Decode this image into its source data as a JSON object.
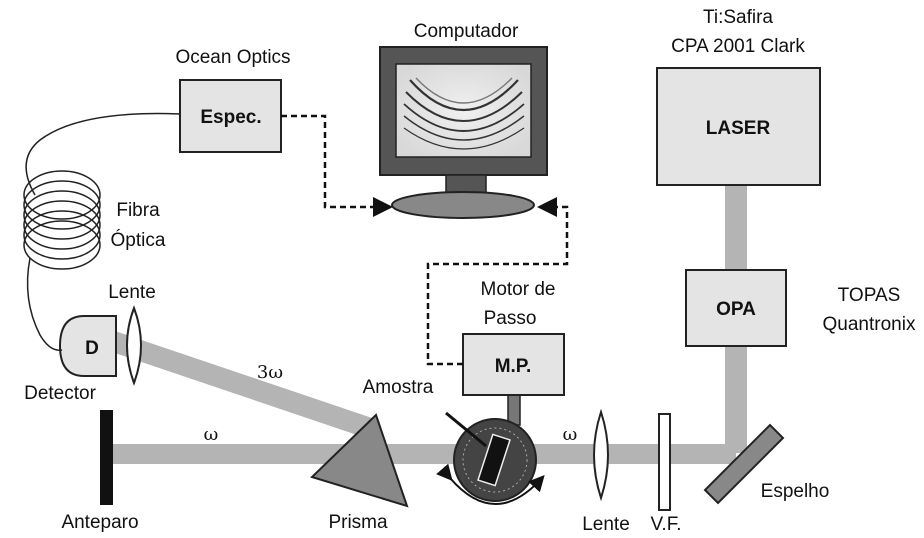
{
  "labels": {
    "computer": "Computador",
    "laser_source_line1": "Ti:Safira",
    "laser_source_line2": "CPA 2001 Clark",
    "laser": "LASER",
    "spectrometer_brand": "Ocean Optics",
    "spectrometer": "Espec.",
    "fiber_line1": "Fibra",
    "fiber_line2": "Óptica",
    "lens_top": "Lente",
    "detector_symbol": "D",
    "detector": "Detector",
    "third_harmonic": "3ω",
    "fundamental_left": "ω",
    "fundamental_right": "ω",
    "motor_line1": "Motor de",
    "motor_line2": "Passo",
    "motor_box": "M.P.",
    "sample": "Amostra",
    "opa": "OPA",
    "topas_line1": "TOPAS",
    "topas_line2": "Quantronix",
    "screen": "Anteparo",
    "prism": "Prisma",
    "lens_bottom": "Lente",
    "filter": "V.F.",
    "mirror": "Espelho"
  },
  "colors": {
    "beam": "#b4b4b4",
    "box_fill": "#e4e4e4",
    "box_stroke": "#222222",
    "dark_fill": "#555555"
  }
}
